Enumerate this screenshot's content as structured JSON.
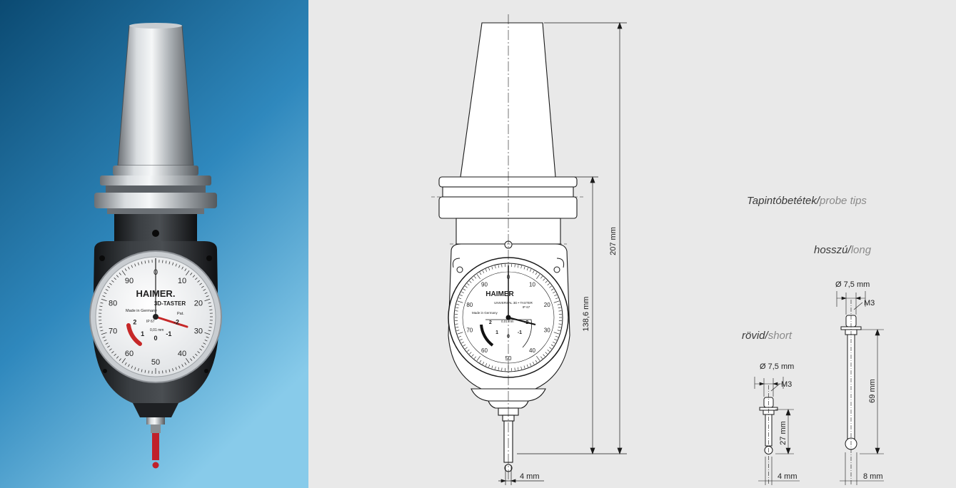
{
  "brand": "HAIMER",
  "photo": {
    "dial": {
      "brand": "HAIMER.",
      "model": "3D-TASTER",
      "origin": "Made in Germany",
      "ip_rating": "IP 67",
      "resolution": "0,01 mm",
      "pat": "Pat.",
      "outer_numbers": [
        "0",
        "10",
        "20",
        "30",
        "40",
        "50",
        "60",
        "70",
        "80",
        "90"
      ],
      "inner_numbers": [
        "2",
        "1",
        "0",
        "-1",
        "-2"
      ]
    }
  },
  "drawing": {
    "dim_total_height": "207 mm",
    "dim_body_height": "138,6 mm",
    "dim_tip_width": "4 mm",
    "dial_brand": "HAIMER",
    "dial_subtitle": "UNIVERSAL 3D • TASTER",
    "dial_ip": "IP 67",
    "dial_res": "0,01 mm",
    "dial_origin": "Made in Germany"
  },
  "labels": {
    "probe_tips_hu": "Tapintóbetétek",
    "probe_tips_en": "probe tips",
    "long_hu": "hosszú",
    "long_en": "long",
    "short_hu": "rövid",
    "short_en": "short",
    "separator": "/"
  },
  "probe_long": {
    "diameter": "Ø 7,5 mm",
    "thread": "M3",
    "length": "69 mm",
    "width": "8 mm"
  },
  "probe_short": {
    "diameter": "Ø 7,5 mm",
    "thread": "M3",
    "length": "27 mm",
    "width": "4 mm"
  },
  "colors": {
    "photo_bg_top": "#0e4f78",
    "photo_bg_bottom": "#7cc3e6",
    "drawing_bg": "#e9e9e9",
    "needle_red": "#c62828"
  }
}
